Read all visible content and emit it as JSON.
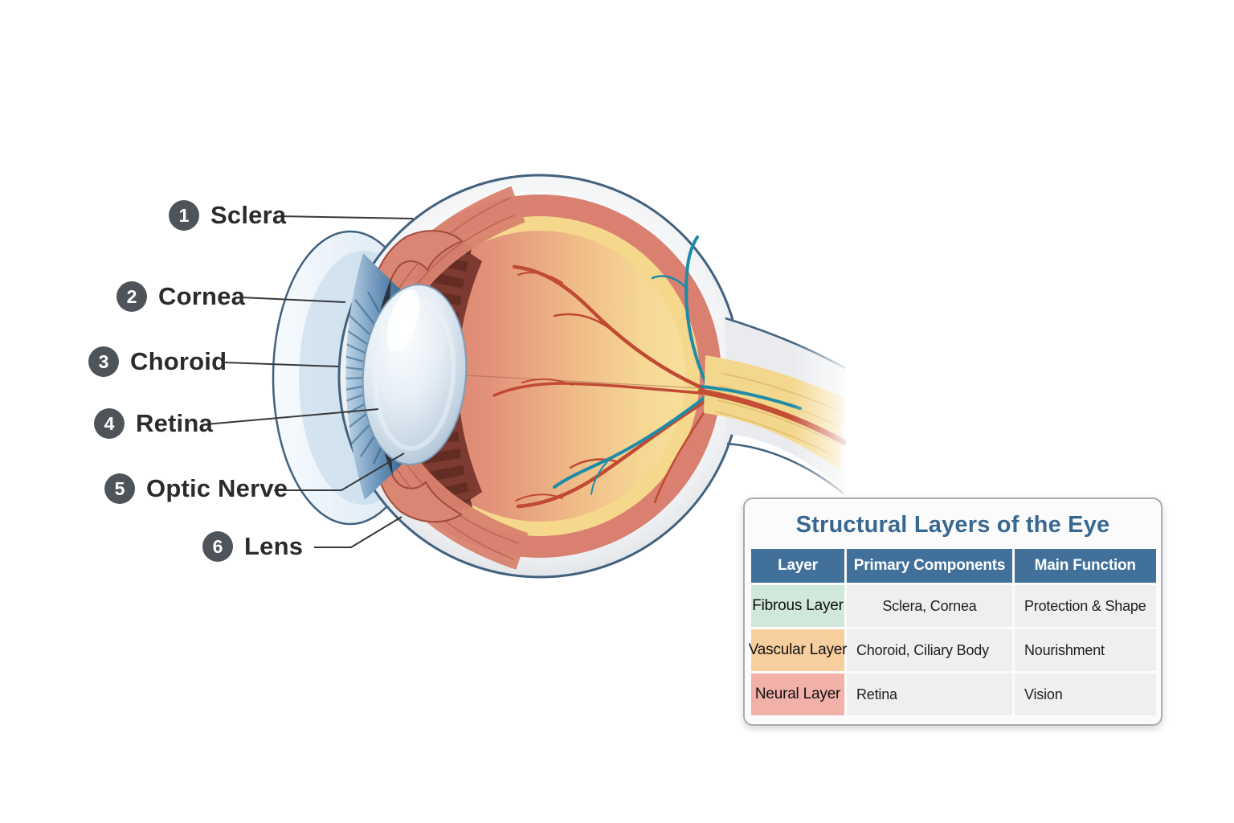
{
  "diagram": {
    "labels": [
      {
        "num": "1",
        "name": "Sclera"
      },
      {
        "num": "2",
        "name": "Cornea"
      },
      {
        "num": "3",
        "name": "Choroid"
      },
      {
        "num": "4",
        "name": "Retina"
      },
      {
        "num": "5",
        "name": "Optic Nerve"
      },
      {
        "num": "6",
        "name": "Lens"
      }
    ]
  },
  "table": {
    "title": "Structural Layers of the Eye",
    "columns": [
      "Layer",
      "Primary Components",
      "Main Function"
    ],
    "rows": [
      {
        "layer": "Fibrous Layer",
        "components": "Sclera, Cornea",
        "function": "Protection & Shape",
        "color": "#cfe8d9"
      },
      {
        "layer": "Vascular Layer",
        "components": "Choroid, Ciliary Body",
        "function": "Nourishment",
        "color": "#f7cf9e"
      },
      {
        "layer": "Neural Layer",
        "components": "Retina",
        "function": "Vision",
        "color": "#f2b1a8"
      }
    ]
  },
  "colors": {
    "header_bg": "#41719a",
    "title": "#38688f",
    "badge": "#4f545b",
    "label_text": "#2b2b2e",
    "cell_bg": "#eeeff0",
    "eye_outline": "#41617f",
    "sclera_white": "#eceef1",
    "choroid_ring": "#d98070",
    "retina_band": "#f6d88d",
    "artery_red": "#c04a33",
    "vein_teal": "#1d8ca9",
    "lens_blue": "#cfdeec",
    "iris_blue": "#4d7ba4",
    "ciliary_maroon": "#7d3a30"
  }
}
